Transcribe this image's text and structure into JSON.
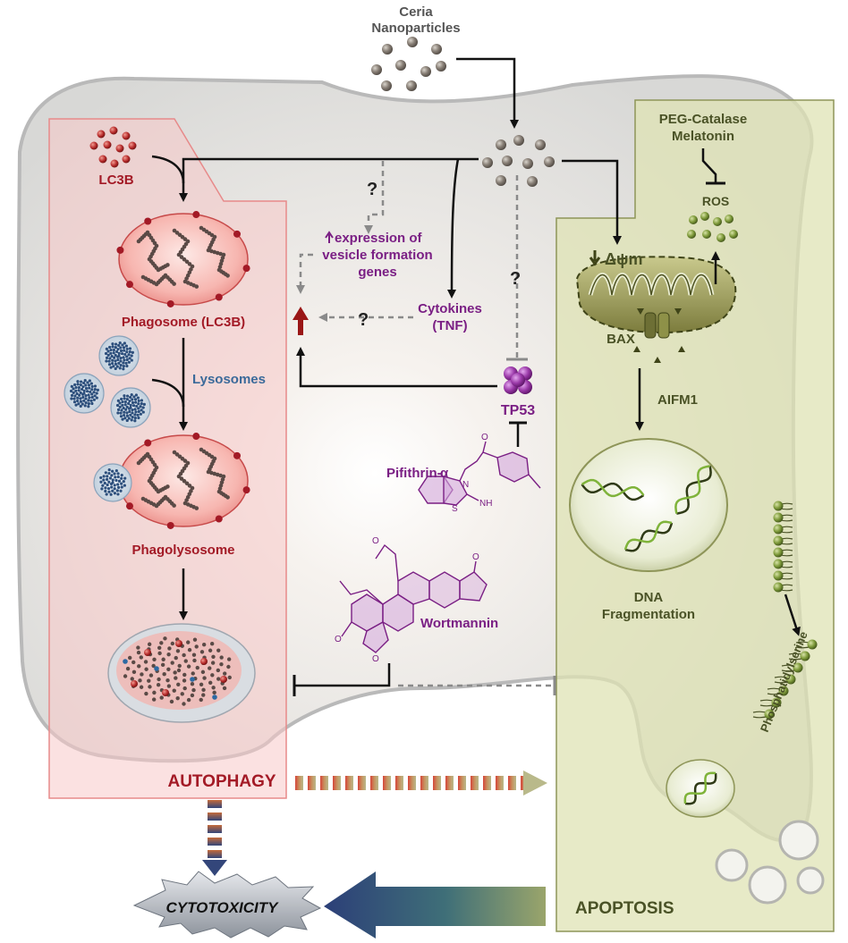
{
  "nodes": {
    "ceria": [
      "Ceria",
      "Nanoparticles"
    ],
    "lc3b": "LC3B",
    "phagosome": "Phagosome (LC3B)",
    "lysosomes": "Lysosomes",
    "phagolysosome": "Phagolysosome",
    "vesicle_genes": [
      "expression of",
      "vesicle formation",
      "genes"
    ],
    "cytokines": [
      "Cytokines",
      "(TNF)"
    ],
    "tp53": "TP53",
    "pifithrin": "Pifithrin-",
    "wortmannin": "Wortmannin",
    "peg": [
      "PEG-Catalase",
      "Melatonin"
    ],
    "ros": "ROS",
    "delta_psi": "Δψm",
    "bax": "BAX",
    "aifm1": "AIFM1",
    "dna": [
      "DNA",
      "Fragmentation"
    ],
    "phosphatidylserine": "Phosphatidylserine",
    "autophagy": "AUTOPHAGY",
    "apoptosis": "APOPTOSIS",
    "cytotoxicity": "CYTOTOXICITY",
    "question_marks": [
      "?",
      "?",
      "?"
    ],
    "chem_nh": "NH",
    "chem_n": "N",
    "chem_s": "S",
    "chem_o": "O"
  },
  "colors": {
    "autophagy_red": "#a31a26",
    "apoptosis_olive": "#4a5226",
    "inhibitor_purple": "#7a1f84",
    "lysosome_blue": "#3b6a9a"
  }
}
